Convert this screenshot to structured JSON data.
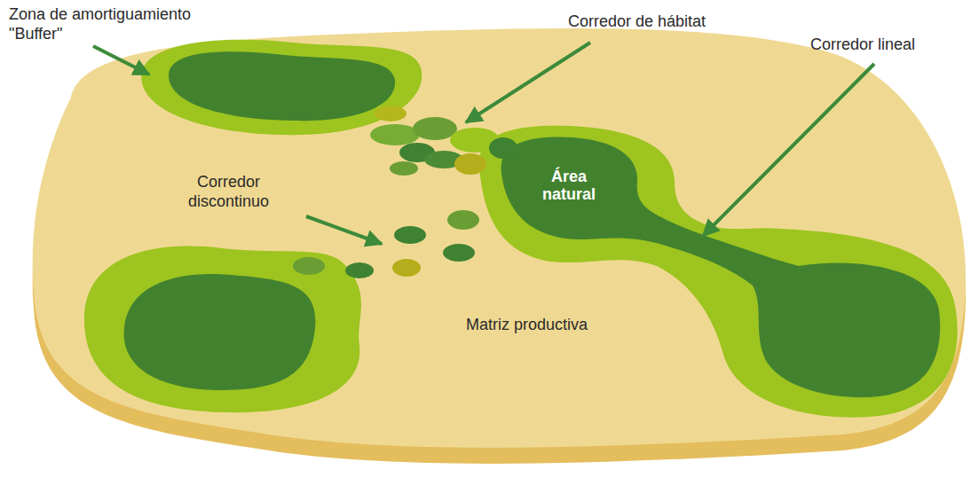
{
  "diagram": {
    "nodes": [
      {
        "text": [
          "Matriz productiva"
        ]
      },
      {
        "text": [
          "Área natural"
        ],
        "in": 0
      }
    ],
    "labels": [
      "Zona de amortiguamiento \"Buffer\"",
      "Corredor de hábitat",
      "Corredor lineal",
      "Corredor discontinuo"
    ]
  }
}
